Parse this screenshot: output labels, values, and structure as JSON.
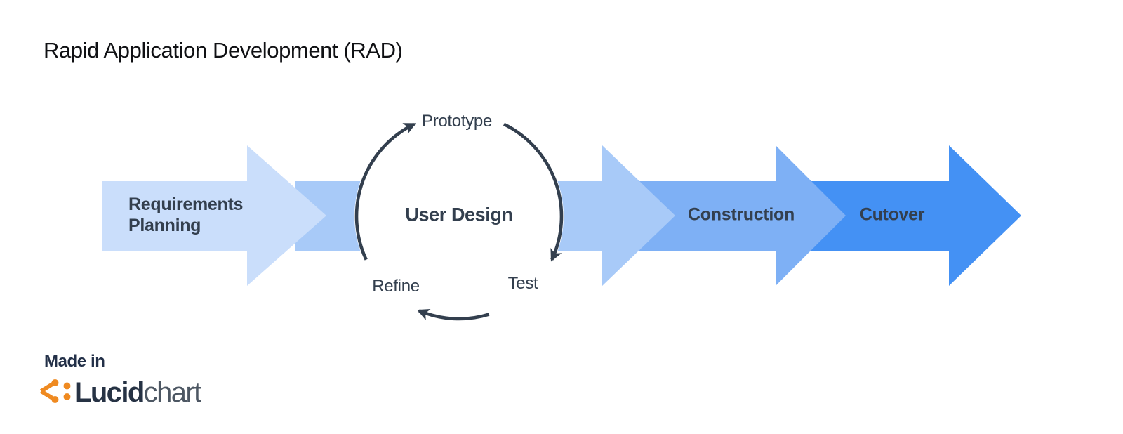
{
  "title": "Rapid Application Development (RAD)",
  "phases": {
    "requirements": {
      "line1": "Requirements",
      "line2": "Planning"
    },
    "user_design": {
      "label": "User Design"
    },
    "construction": {
      "label": "Construction"
    },
    "cutover": {
      "label": "Cutover"
    }
  },
  "cycle": {
    "top": "Prototype",
    "bottom_right": "Test",
    "bottom_left": "Refine"
  },
  "footer": {
    "made_in": "Made in",
    "brand_bold": "Lucid",
    "brand_regular": "chart"
  },
  "colors": {
    "arrow_requirements": "#CADEFB",
    "arrow_user_design": "#A8CAF8",
    "arrow_construction": "#7EB0F5",
    "arrow_cutover": "#4491F4",
    "diagram_dark": "#333F4E",
    "title_text": "#101114",
    "brand_orange": "#EF8A21",
    "background": "#FFFFFF"
  }
}
